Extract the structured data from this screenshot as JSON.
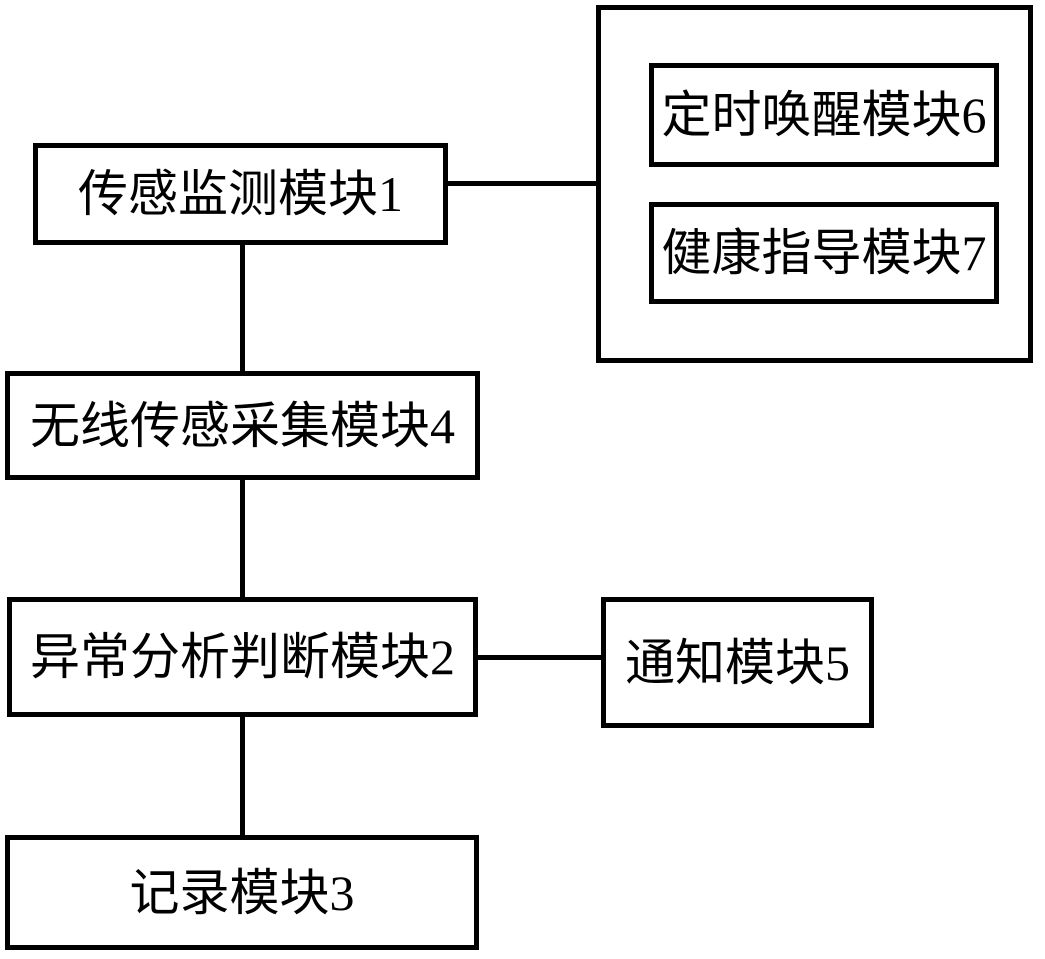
{
  "diagram": {
    "background_color": "#ffffff",
    "line_color": "#000000",
    "nodes": {
      "sensor_monitoring": {
        "label": "传感监测模块1"
      },
      "timer_wakeup": {
        "label": "定时唤醒模块6"
      },
      "health_guidance": {
        "label": "健康指导模块7"
      },
      "wireless_collection": {
        "label": "无线传感采集模块4"
      },
      "abnormal_analysis": {
        "label": "异常分析判断模块2"
      },
      "notification": {
        "label": "通知模块5"
      },
      "record": {
        "label": "记录模块3"
      }
    },
    "edges": [
      {
        "from": "sensor_monitoring",
        "to": "aux_group",
        "orientation": "horizontal"
      },
      {
        "from": "sensor_monitoring",
        "to": "wireless_collection",
        "orientation": "vertical"
      },
      {
        "from": "wireless_collection",
        "to": "abnormal_analysis",
        "orientation": "vertical"
      },
      {
        "from": "abnormal_analysis",
        "to": "notification",
        "orientation": "horizontal"
      },
      {
        "from": "abnormal_analysis",
        "to": "record",
        "orientation": "vertical"
      }
    ],
    "groups": [
      {
        "name": "aux_group",
        "contains": [
          "timer_wakeup",
          "health_guidance"
        ]
      }
    ]
  }
}
